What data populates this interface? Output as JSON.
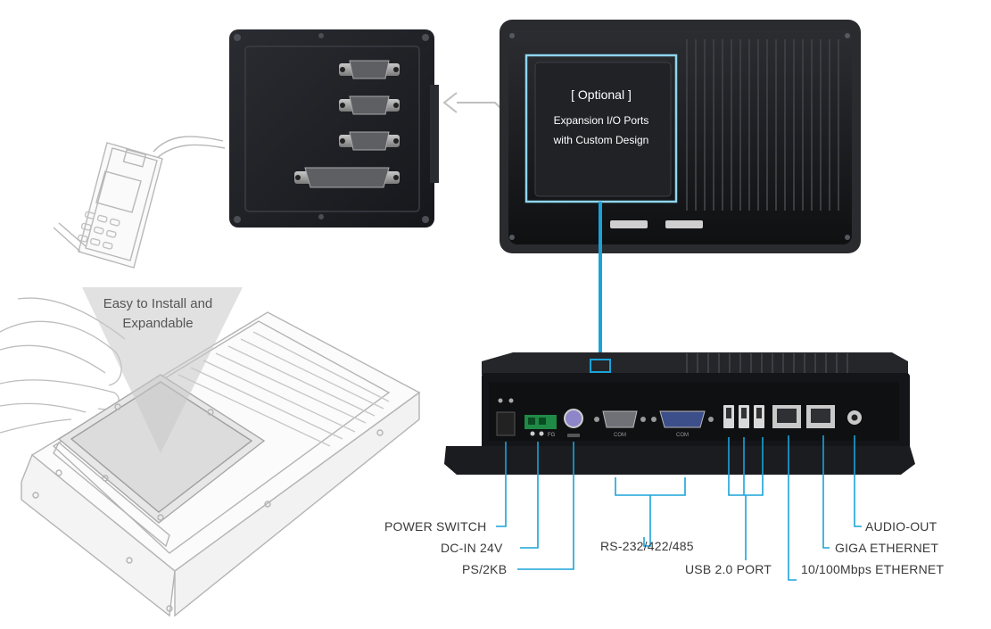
{
  "callout": {
    "optional": "[ Optional ]",
    "line1": "Expansion I/O Ports",
    "line2": "with Custom Design"
  },
  "install_note": {
    "line1": "Easy to Install and",
    "line2": "Expandable"
  },
  "port_labels": {
    "power_switch": "POWER SWITCH",
    "dc_in": "DC-IN 24V",
    "ps2kb": "PS/2KB",
    "rs232": "RS-232/422/485",
    "usb": "USB 2.0 PORT",
    "eth100": "10/100Mbps ETHERNET",
    "giga": "GIGA ETHERNET",
    "audio": "AUDIO-OUT"
  },
  "panel_marks": {
    "com_left": "COM",
    "com_right": "COM",
    "fg": "FG"
  },
  "colors": {
    "leader": "#1aa3d9",
    "device": "#1b1b1d",
    "callout_border": "#8fd6f0"
  }
}
